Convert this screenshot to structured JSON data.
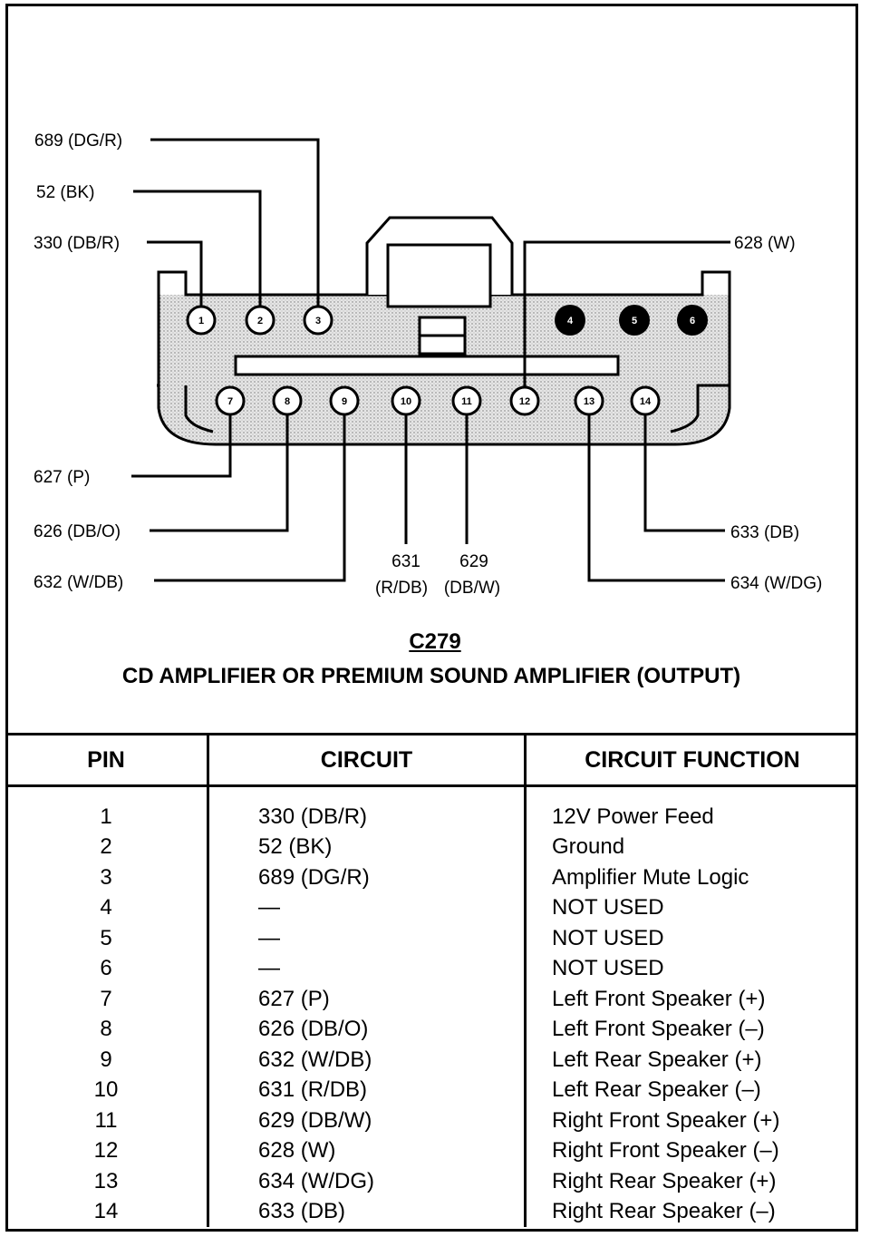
{
  "connector": {
    "id": "C279",
    "title": "CD AMPLIFIER OR PREMIUM SOUND AMPLIFIER (OUTPUT)"
  },
  "wire_labels": {
    "p1": "330 (DB/R)",
    "p2": "52 (BK)",
    "p3": "689 (DG/R)",
    "p7": "627 (P)",
    "p8": "626 (DB/O)",
    "p9": "632 (W/DB)",
    "p10_num": "631",
    "p10_color": "(R/DB)",
    "p11_num": "629",
    "p11_color": "(DB/W)",
    "p12": "628 (W)",
    "p13": "634 (W/DG)",
    "p14": "633 (DB)"
  },
  "pins": {
    "p1": "1",
    "p2": "2",
    "p3": "3",
    "p4": "4",
    "p5": "5",
    "p6": "6",
    "p7": "7",
    "p8": "8",
    "p9": "9",
    "p10": "10",
    "p11": "11",
    "p12": "12",
    "p13": "13",
    "p14": "14"
  },
  "table": {
    "headers": {
      "pin": "PIN",
      "circuit": "CIRCUIT",
      "function": "CIRCUIT FUNCTION"
    },
    "rows": [
      {
        "pin": "1",
        "circuit": "330 (DB/R)",
        "function": "12V Power Feed"
      },
      {
        "pin": "2",
        "circuit": "52 (BK)",
        "function": "Ground"
      },
      {
        "pin": "3",
        "circuit": "689 (DG/R)",
        "function": "Amplifier Mute Logic"
      },
      {
        "pin": "4",
        "circuit": "—",
        "function": "NOT USED"
      },
      {
        "pin": "5",
        "circuit": "—",
        "function": "NOT USED"
      },
      {
        "pin": "6",
        "circuit": "—",
        "function": "NOT USED"
      },
      {
        "pin": "7",
        "circuit": "627 (P)",
        "function": "Left Front Speaker (+)"
      },
      {
        "pin": "8",
        "circuit": "626 (DB/O)",
        "function": "Left Front Speaker (–)"
      },
      {
        "pin": "9",
        "circuit": "632 (W/DB)",
        "function": "Left Rear Speaker (+)"
      },
      {
        "pin": "10",
        "circuit": "631 (R/DB)",
        "function": "Left Rear Speaker (–)"
      },
      {
        "pin": "11",
        "circuit": "629 (DB/W)",
        "function": "Right Front Speaker (+)"
      },
      {
        "pin": "12",
        "circuit": "628 (W)",
        "function": "Right Front Speaker (–)"
      },
      {
        "pin": "13",
        "circuit": "634 (W/DG)",
        "function": "Right Rear Speaker (+)"
      },
      {
        "pin": "14",
        "circuit": "633 (DB)",
        "function": "Right Rear Speaker (–)"
      }
    ]
  },
  "colors": {
    "ink": "#000000",
    "shade": "#d8d8d8",
    "paper": "#ffffff"
  }
}
